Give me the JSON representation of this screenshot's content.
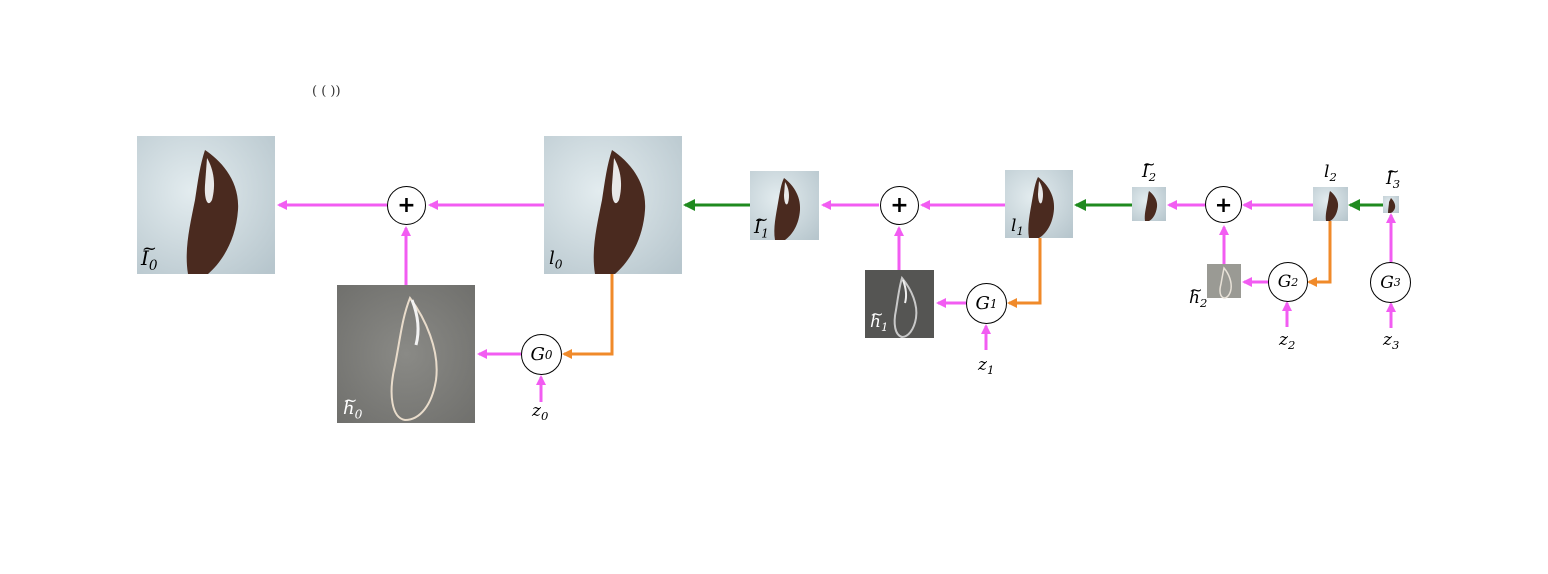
{
  "labels": {
    "I0": "I",
    "I0_sub": "0",
    "l0": "l",
    "l0_sub": "0",
    "h0": "h",
    "h0_sub": "0",
    "G0": "G",
    "G0_sub": "0",
    "z0": "z",
    "z0_sub": "0",
    "I1": "I",
    "I1_sub": "1",
    "l1": "l",
    "l1_sub": "1",
    "h1": "h",
    "h1_sub": "1",
    "G1": "G",
    "G1_sub": "1",
    "z1": "z",
    "z1_sub": "1",
    "I2": "I",
    "I2_sub": "2",
    "l2": "l",
    "l2_sub": "2",
    "h2": "h",
    "h2_sub": "2",
    "G2": "G",
    "G2_sub": "2",
    "z2": "z",
    "z2_sub": "2",
    "I3": "I",
    "I3_sub": "3",
    "G3": "G",
    "G3_sub": "3",
    "z3": "z",
    "z3_sub": "3",
    "plus": "+",
    "tilde": "~"
  },
  "colors": {
    "magenta": "#f25cf2",
    "green": "#1f8a1f",
    "orange": "#f08a2a",
    "photo_bg": "#c9d6dc",
    "residual_bg": "#7b7b78",
    "bird": "#4a2a1f"
  },
  "top_fragment": "( ( ))"
}
